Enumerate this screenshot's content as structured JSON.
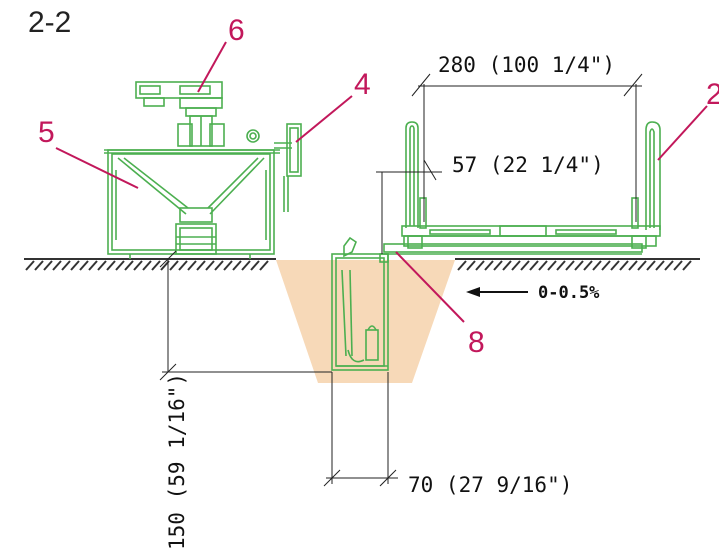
{
  "section_label": "2-2",
  "callouts": {
    "c6": "6",
    "c4": "4",
    "c5": "5",
    "c2": "2",
    "c8": "8"
  },
  "dimensions": {
    "top_width": "280 (100 1/4\")",
    "inner_width": "57 (22 1/4\")",
    "pit_width": "70 (27 9/16\")",
    "pit_depth": "150 (59 1/16\")"
  },
  "slope_label": "0-0.5%",
  "colors": {
    "equipment": "#4caf50",
    "callout": "#c2185b",
    "pit_fill": "#f7d9b8",
    "ground": "#333333"
  }
}
